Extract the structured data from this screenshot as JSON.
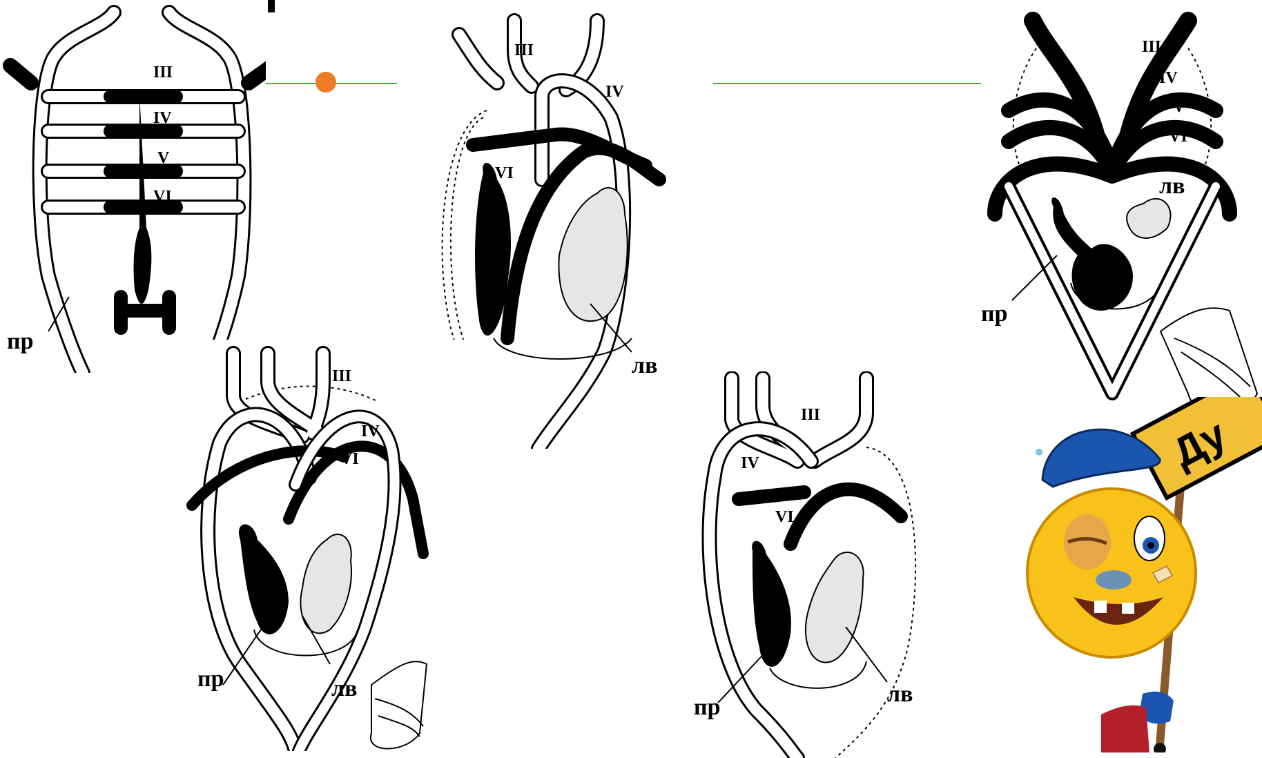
{
  "colors": {
    "accent_line": "#2fbf2f",
    "dot": "#ee7d26",
    "sign": "#f2c037"
  },
  "panels": [
    {
      "id": "panel-fish",
      "arches": [
        "III",
        "IV",
        "V",
        "VI"
      ],
      "labels": {
        "atrium": "пр"
      }
    },
    {
      "id": "panel-reptile",
      "arches": [
        "III",
        "IV",
        "VI"
      ],
      "labels": {
        "ventricle": "лв"
      }
    },
    {
      "id": "panel-amphibian",
      "arches": [
        "III",
        "IV",
        "V",
        "VI"
      ],
      "labels": {
        "atrium": "пр",
        "ventricle": "лв"
      }
    },
    {
      "id": "panel-frog",
      "arches": [
        "III",
        "IV",
        "VI"
      ],
      "labels": {
        "atrium": "пр",
        "ventricle": "лв"
      }
    },
    {
      "id": "panel-mammal",
      "arches": [
        "III",
        "IV",
        "VI"
      ],
      "labels": {
        "atrium": "пр",
        "ventricle": "лв"
      }
    }
  ],
  "mascot": {
    "sign_text": "Ду"
  }
}
